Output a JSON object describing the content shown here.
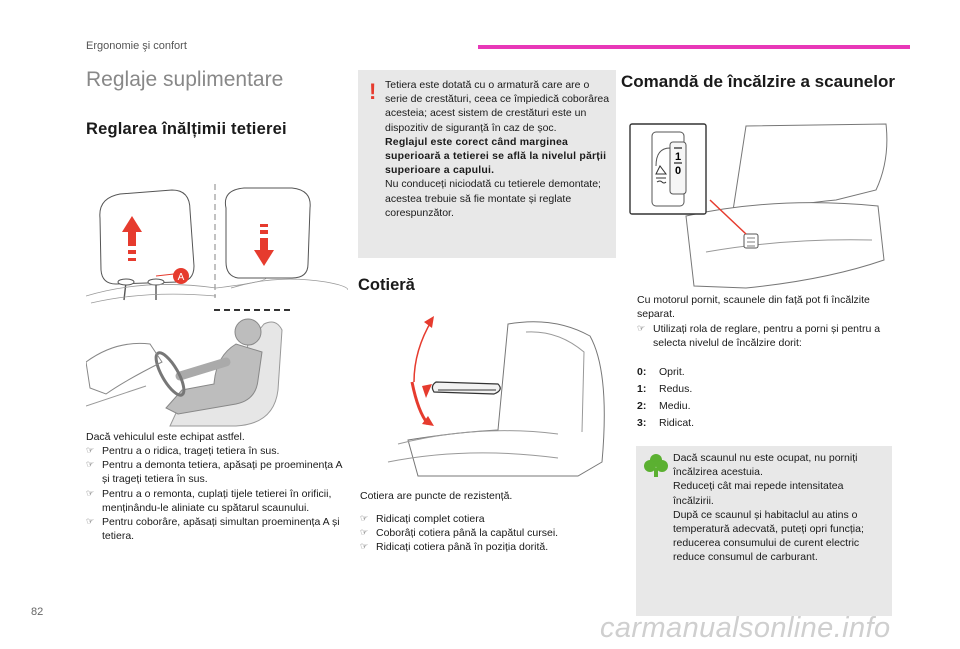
{
  "header": {
    "section": "Ergonomie şi confort",
    "title": "Reglaje suplimentare"
  },
  "headrest": {
    "heading": "Reglarea înălțimii tetierei",
    "marker": "A",
    "intro": "Dacă vehiculul este echipat astfel.",
    "steps": [
      "Pentru a o ridica, trageți tetiera în sus.",
      "Pentru a demonta tetiera, apăsați pe proeminența A și trageți tetiera în sus.",
      "Pentru a o remonta, cuplați tijele tetierei în orificii, menținându-le aliniate cu spătarul scaunului.",
      "Pentru coborâre, apăsați simultan proeminența A și tetiera."
    ]
  },
  "warning": {
    "p1": "Tetiera este dotată cu o armatură care are o serie de crestături, ceea ce împiedică coborârea acesteia; acest sistem de crestături este un dispozitiv de siguranță în caz de șoc.",
    "p2": "Reglajul este corect când marginea superioară a tetierei se află la nivelul părții superioare a capului.",
    "p3": "Nu conduceți niciodată cu tetierele demontate; acestea trebuie să fie montate și reglate corespunzător."
  },
  "armrest": {
    "heading": "Cotieră",
    "intro": "Cotiera are puncte de rezistență.",
    "steps": [
      "Ridicați complet cotiera",
      "Coborâți cotiera până la capătul cursei.",
      "Ridicați cotiera până în poziția dorită."
    ]
  },
  "heating": {
    "heading": "Comandă de încălzire a scaunelor",
    "dial": {
      "top": "1",
      "bottom": "0"
    },
    "intro": "Cu motorul pornit, scaunele din față pot fi încălzite separat.",
    "step": "Utilizați rola de reglare, pentru a porni și pentru a selecta nivelul de încălzire dorit:",
    "levels": [
      {
        "key": "0:",
        "label": "Oprit."
      },
      {
        "key": "1:",
        "label": "Redus."
      },
      {
        "key": "2:",
        "label": "Mediu."
      },
      {
        "key": "3:",
        "label": "Ridicat."
      }
    ],
    "eco_tip": "Dacă scaunul nu este ocupat, nu porniți încălzirea acestuia.\nReduceți cât mai repede intensitatea încălzirii.\nDupă ce scaunul și habitaclul au atins o temperatură adecvată, puteți opri funcția; reducerea consumului de curent electric reduce consumul de carburant."
  },
  "footer": {
    "page_number": "82",
    "watermark": "carmanualsonline.info"
  },
  "colors": {
    "accent_pink": "#e838b8",
    "warning_red": "#e63b2e",
    "eco_green": "#5bb031",
    "box_gray": "#e8e8e8"
  }
}
